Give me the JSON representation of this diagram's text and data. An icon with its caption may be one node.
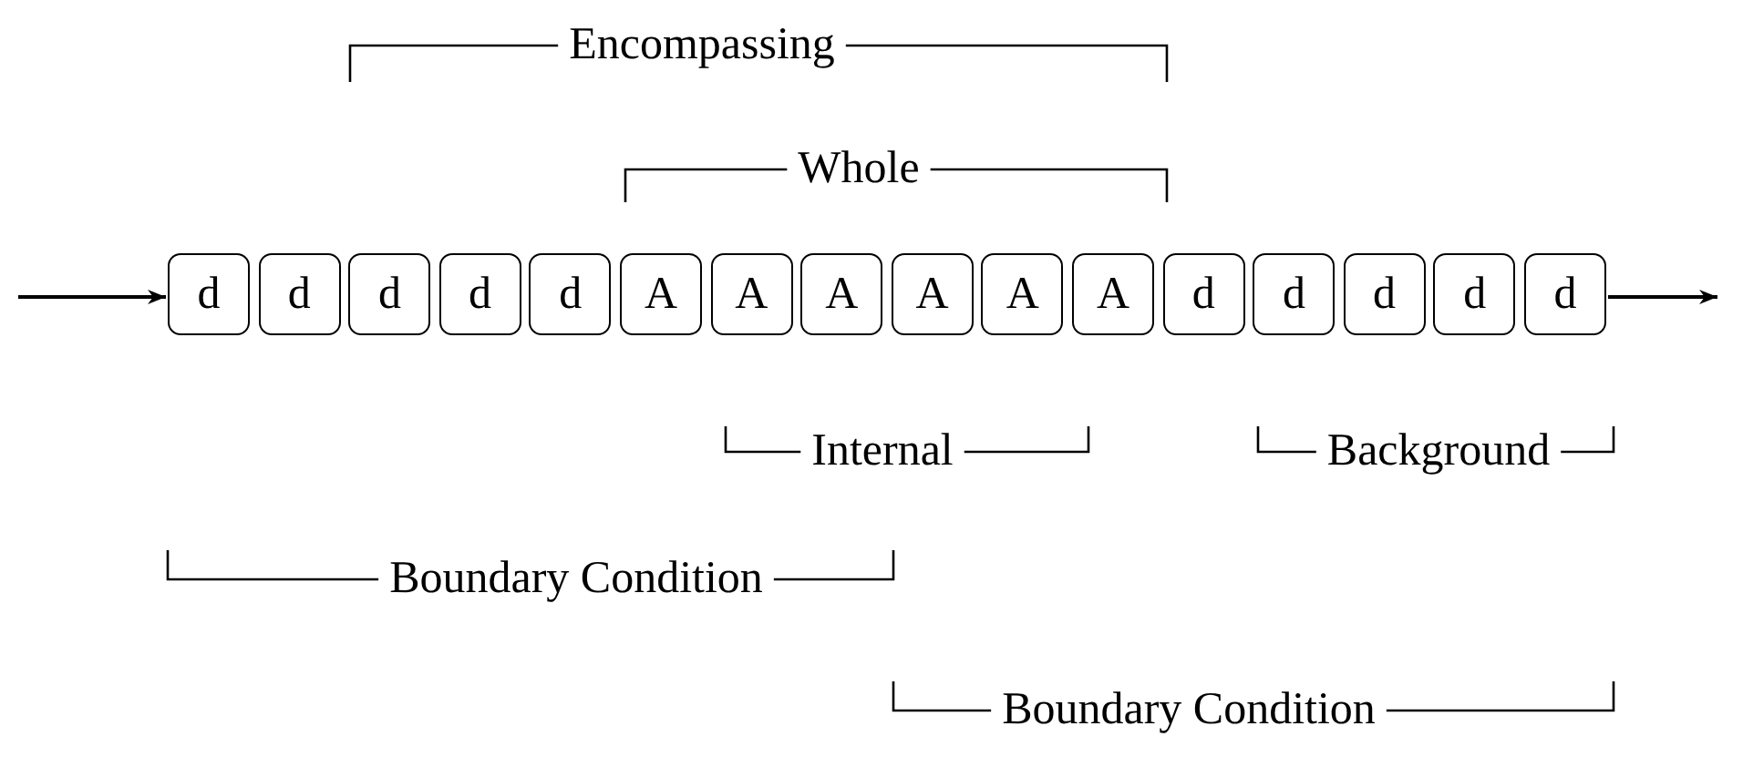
{
  "diagram": {
    "nodes": [
      {
        "text": [
          "d"
        ]
      },
      {
        "text": [
          "d"
        ]
      },
      {
        "text": [
          "d"
        ]
      },
      {
        "text": [
          "d"
        ]
      },
      {
        "text": [
          "d"
        ]
      },
      {
        "text": [
          "A"
        ]
      },
      {
        "text": [
          "A"
        ]
      },
      {
        "text": [
          "A"
        ]
      },
      {
        "text": [
          "A"
        ]
      },
      {
        "text": [
          "A"
        ]
      },
      {
        "text": [
          "A"
        ]
      },
      {
        "text": [
          "d"
        ]
      },
      {
        "text": [
          "d"
        ]
      },
      {
        "text": [
          "d"
        ]
      },
      {
        "text": [
          "d"
        ]
      },
      {
        "text": [
          "d"
        ]
      }
    ],
    "edges": [
      {
        "from": null,
        "to": 0,
        "arrow": "to"
      },
      {
        "from": 15,
        "to": null,
        "arrow": "to"
      }
    ],
    "labels": [
      "Encompassing",
      "Whole",
      "Internal",
      "Background",
      "Boundary Condition",
      "Boundary Condition"
    ]
  }
}
